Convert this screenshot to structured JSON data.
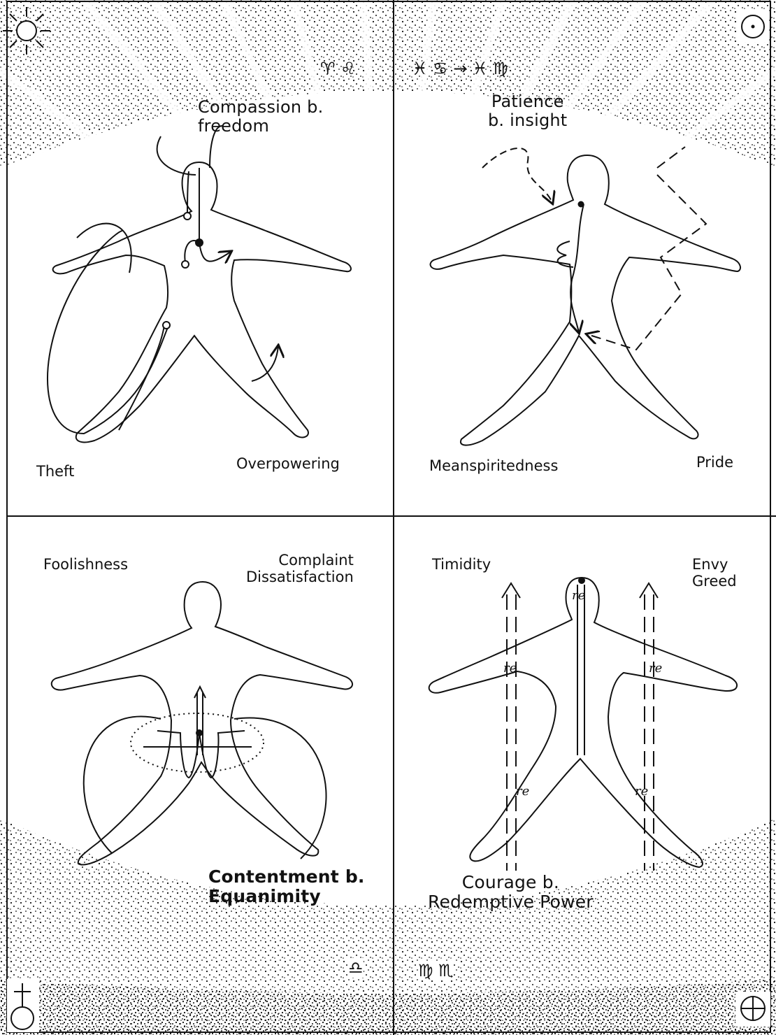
{
  "colors": {
    "ink": "#111111",
    "paper": "#ffffff"
  },
  "panels": {
    "top_left": {
      "virtue": "Compassion b.\nfreedom",
      "vices": [
        "Theft",
        "Overpowering"
      ],
      "astro": "♈ ♌"
    },
    "top_right": {
      "virtue": "Patience\nb. insight",
      "vices": [
        "Meanspiritedness",
        "Pride"
      ],
      "astro": "♓ ♋ → ♓ ♍"
    },
    "bottom_left": {
      "virtue": "Contentment b.\nEquanimity",
      "vices": [
        "Foolishness",
        "Complaint\nDissatisfaction"
      ],
      "astro": "♎"
    },
    "bottom_right": {
      "virtue": "Courage b.\nRedemptive Power",
      "vices": [
        "Timidity",
        "Envy\nGreed"
      ],
      "astro": "♍ ♏",
      "body_marks": [
        "re",
        "re",
        "re",
        "re",
        "re"
      ]
    }
  },
  "corner_icons": [
    "sun-rays-icon",
    "sun-circle-dot-icon",
    "venus-cross-icon",
    "earth-cross-icon"
  ]
}
